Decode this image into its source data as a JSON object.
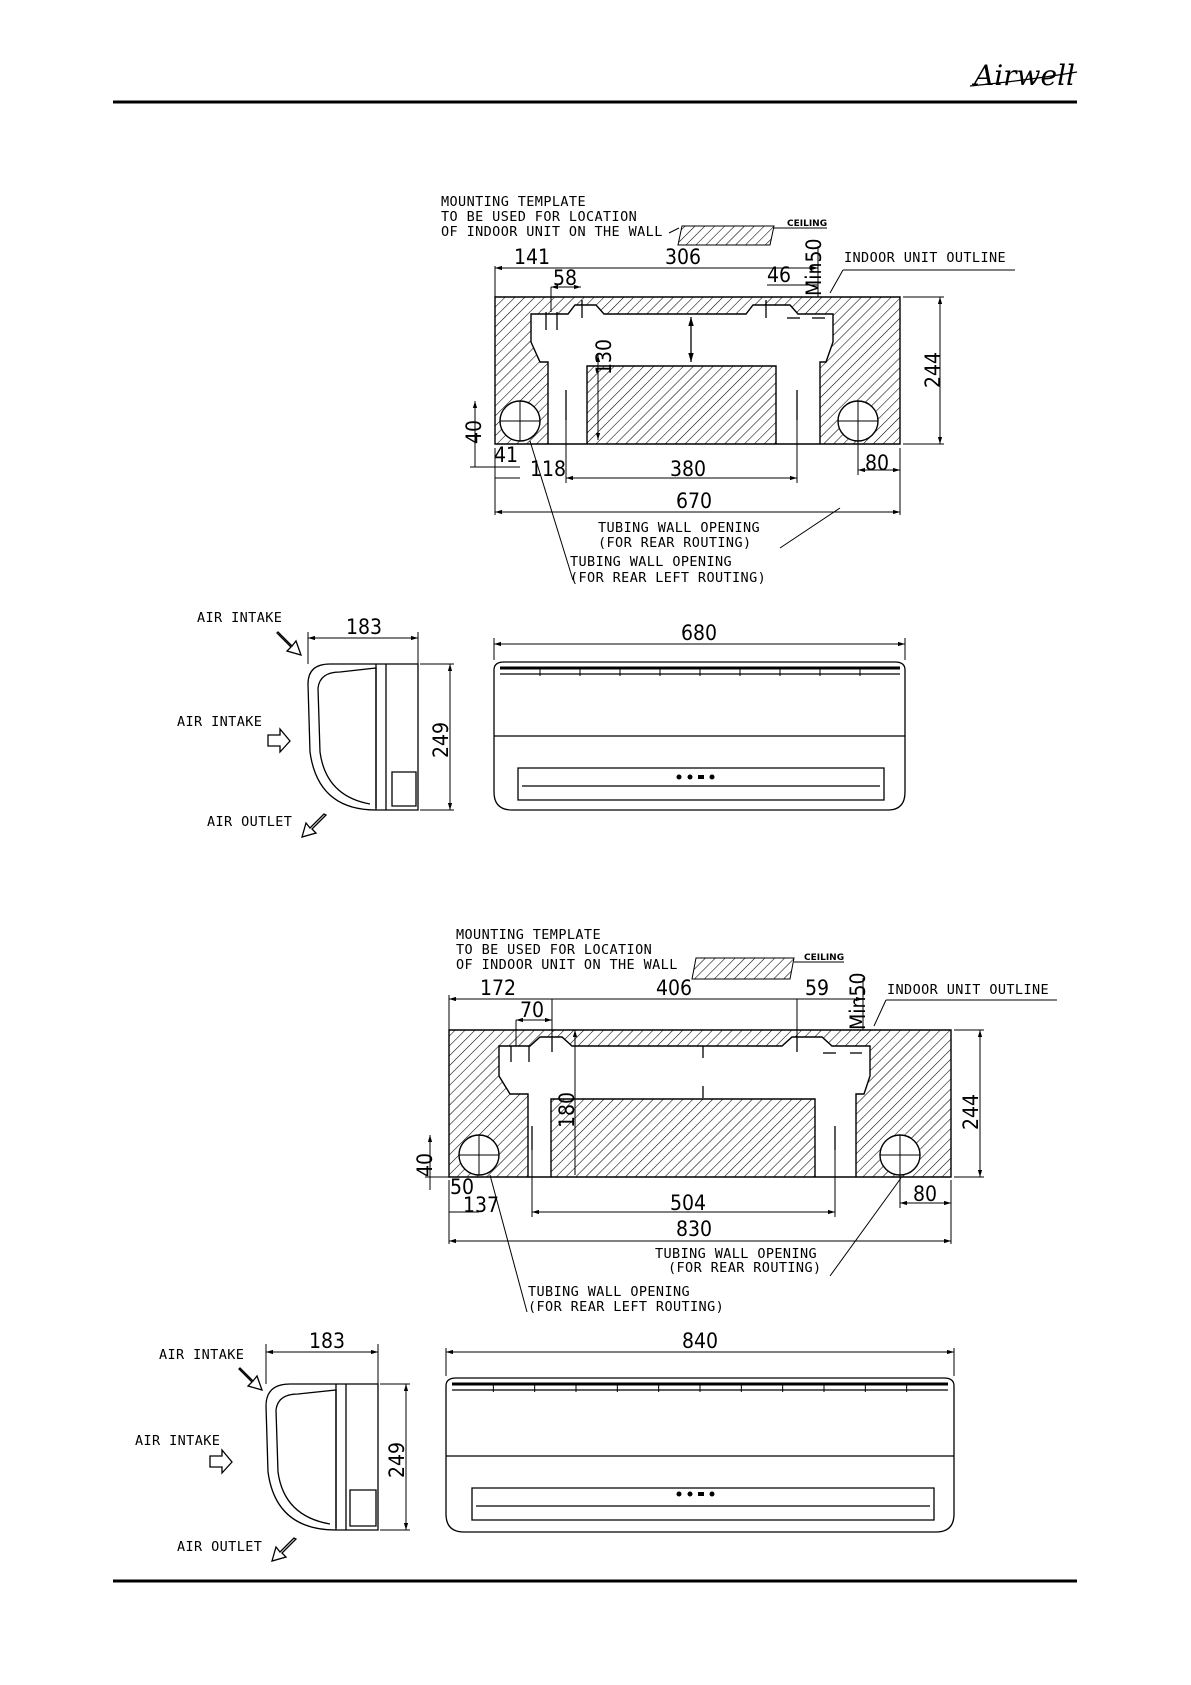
{
  "brand": {
    "logo_text": "Airwell"
  },
  "diagrams": [
    {
      "template": {
        "caption": [
          "MOUNTING TEMPLATE",
          "TO BE USED FOR LOCATION",
          "OF INDOOR UNIT ON THE WALL"
        ],
        "ceiling_label": "CEILING",
        "outline_label": "INDOOR UNIT OUTLINE",
        "dims": {
          "left_top": "141",
          "center_top": "306",
          "right_top": "46",
          "min": "Min50",
          "bolt": "58",
          "height": "244",
          "vertical_inner": "130",
          "hole_height": "40",
          "hole_left": "41",
          "left_offset": "118",
          "span": "380",
          "right": "80",
          "total": "670"
        },
        "notes": [
          [
            "TUBING WALL OPENING",
            "(FOR REAR ROUTING)"
          ],
          [
            "TUBING WALL OPENING",
            "(FOR REAR LEFT ROUTING)"
          ]
        ]
      },
      "unit": {
        "side_depth": "183",
        "side_height": "249",
        "front_width": "680",
        "labels": [
          "AIR INTAKE",
          "AIR INTAKE",
          "AIR OUTLET"
        ]
      }
    },
    {
      "template": {
        "caption": [
          "MOUNTING TEMPLATE",
          "TO BE USED FOR LOCATION",
          "OF INDOOR UNIT ON THE WALL"
        ],
        "ceiling_label": "CEILING",
        "outline_label": "INDOOR UNIT OUTLINE",
        "dims": {
          "left_top": "172",
          "center_top": "406",
          "right_top": "59",
          "min": "Min50",
          "bolt": "70",
          "height": "244",
          "vertical_inner": "180",
          "hole_height": "40",
          "hole_left": "50",
          "left_offset": "137",
          "span": "504",
          "right": "80",
          "total": "830"
        },
        "notes": [
          [
            "TUBING WALL OPENING",
            "(FOR REAR ROUTING)"
          ],
          [
            "TUBING WALL OPENING",
            "(FOR REAR LEFT ROUTING)"
          ]
        ]
      },
      "unit": {
        "side_depth": "183",
        "side_height": "249",
        "front_width": "840",
        "labels": [
          "AIR INTAKE",
          "AIR INTAKE",
          "AIR OUTLET"
        ]
      }
    }
  ]
}
